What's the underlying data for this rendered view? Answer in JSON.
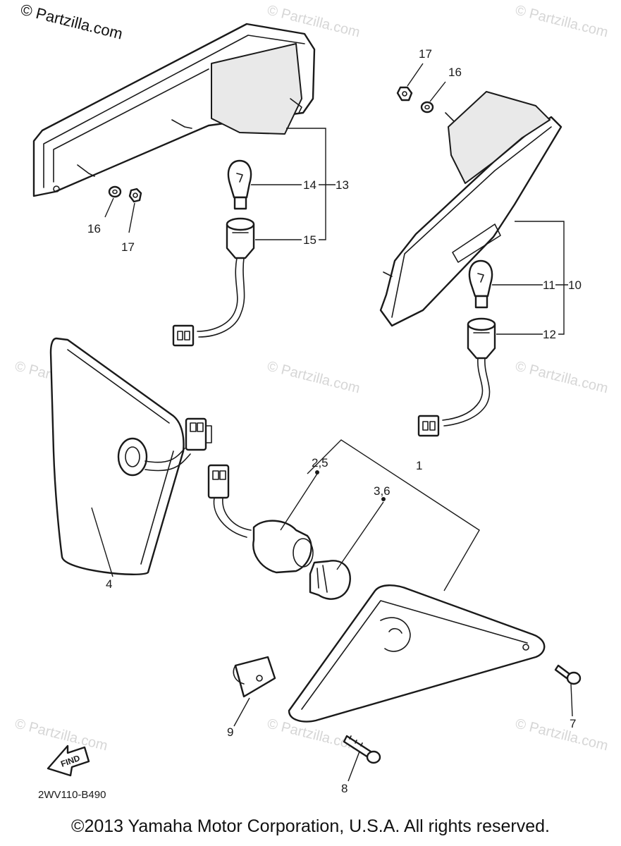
{
  "brand_watermark": "© Partzilla.com",
  "faint_watermarks": [
    "© Partzilla.com",
    "© Partzilla.com",
    "© Partzilla.com",
    "© Partzilla.com",
    "© Partzilla.com",
    "© Partzilla.com",
    "© Partzilla.com",
    "© Partzilla.com"
  ],
  "callouts": {
    "p1": "1",
    "p2_5": "2,5",
    "p3_6": "3,6",
    "p4": "4",
    "p7": "7",
    "p8": "8",
    "p9": "9",
    "p10": "10",
    "p11": "11",
    "p12": "12",
    "p13": "13",
    "p14": "14",
    "p15": "15",
    "p16a": "16",
    "p17a": "17",
    "p16b": "16",
    "p17b": "17"
  },
  "find_badge": "FIND",
  "diagram_code": "2WV110-B490",
  "copyright": "©2013 Yamaha Motor Corporation, U.S.A. All rights reserved."
}
